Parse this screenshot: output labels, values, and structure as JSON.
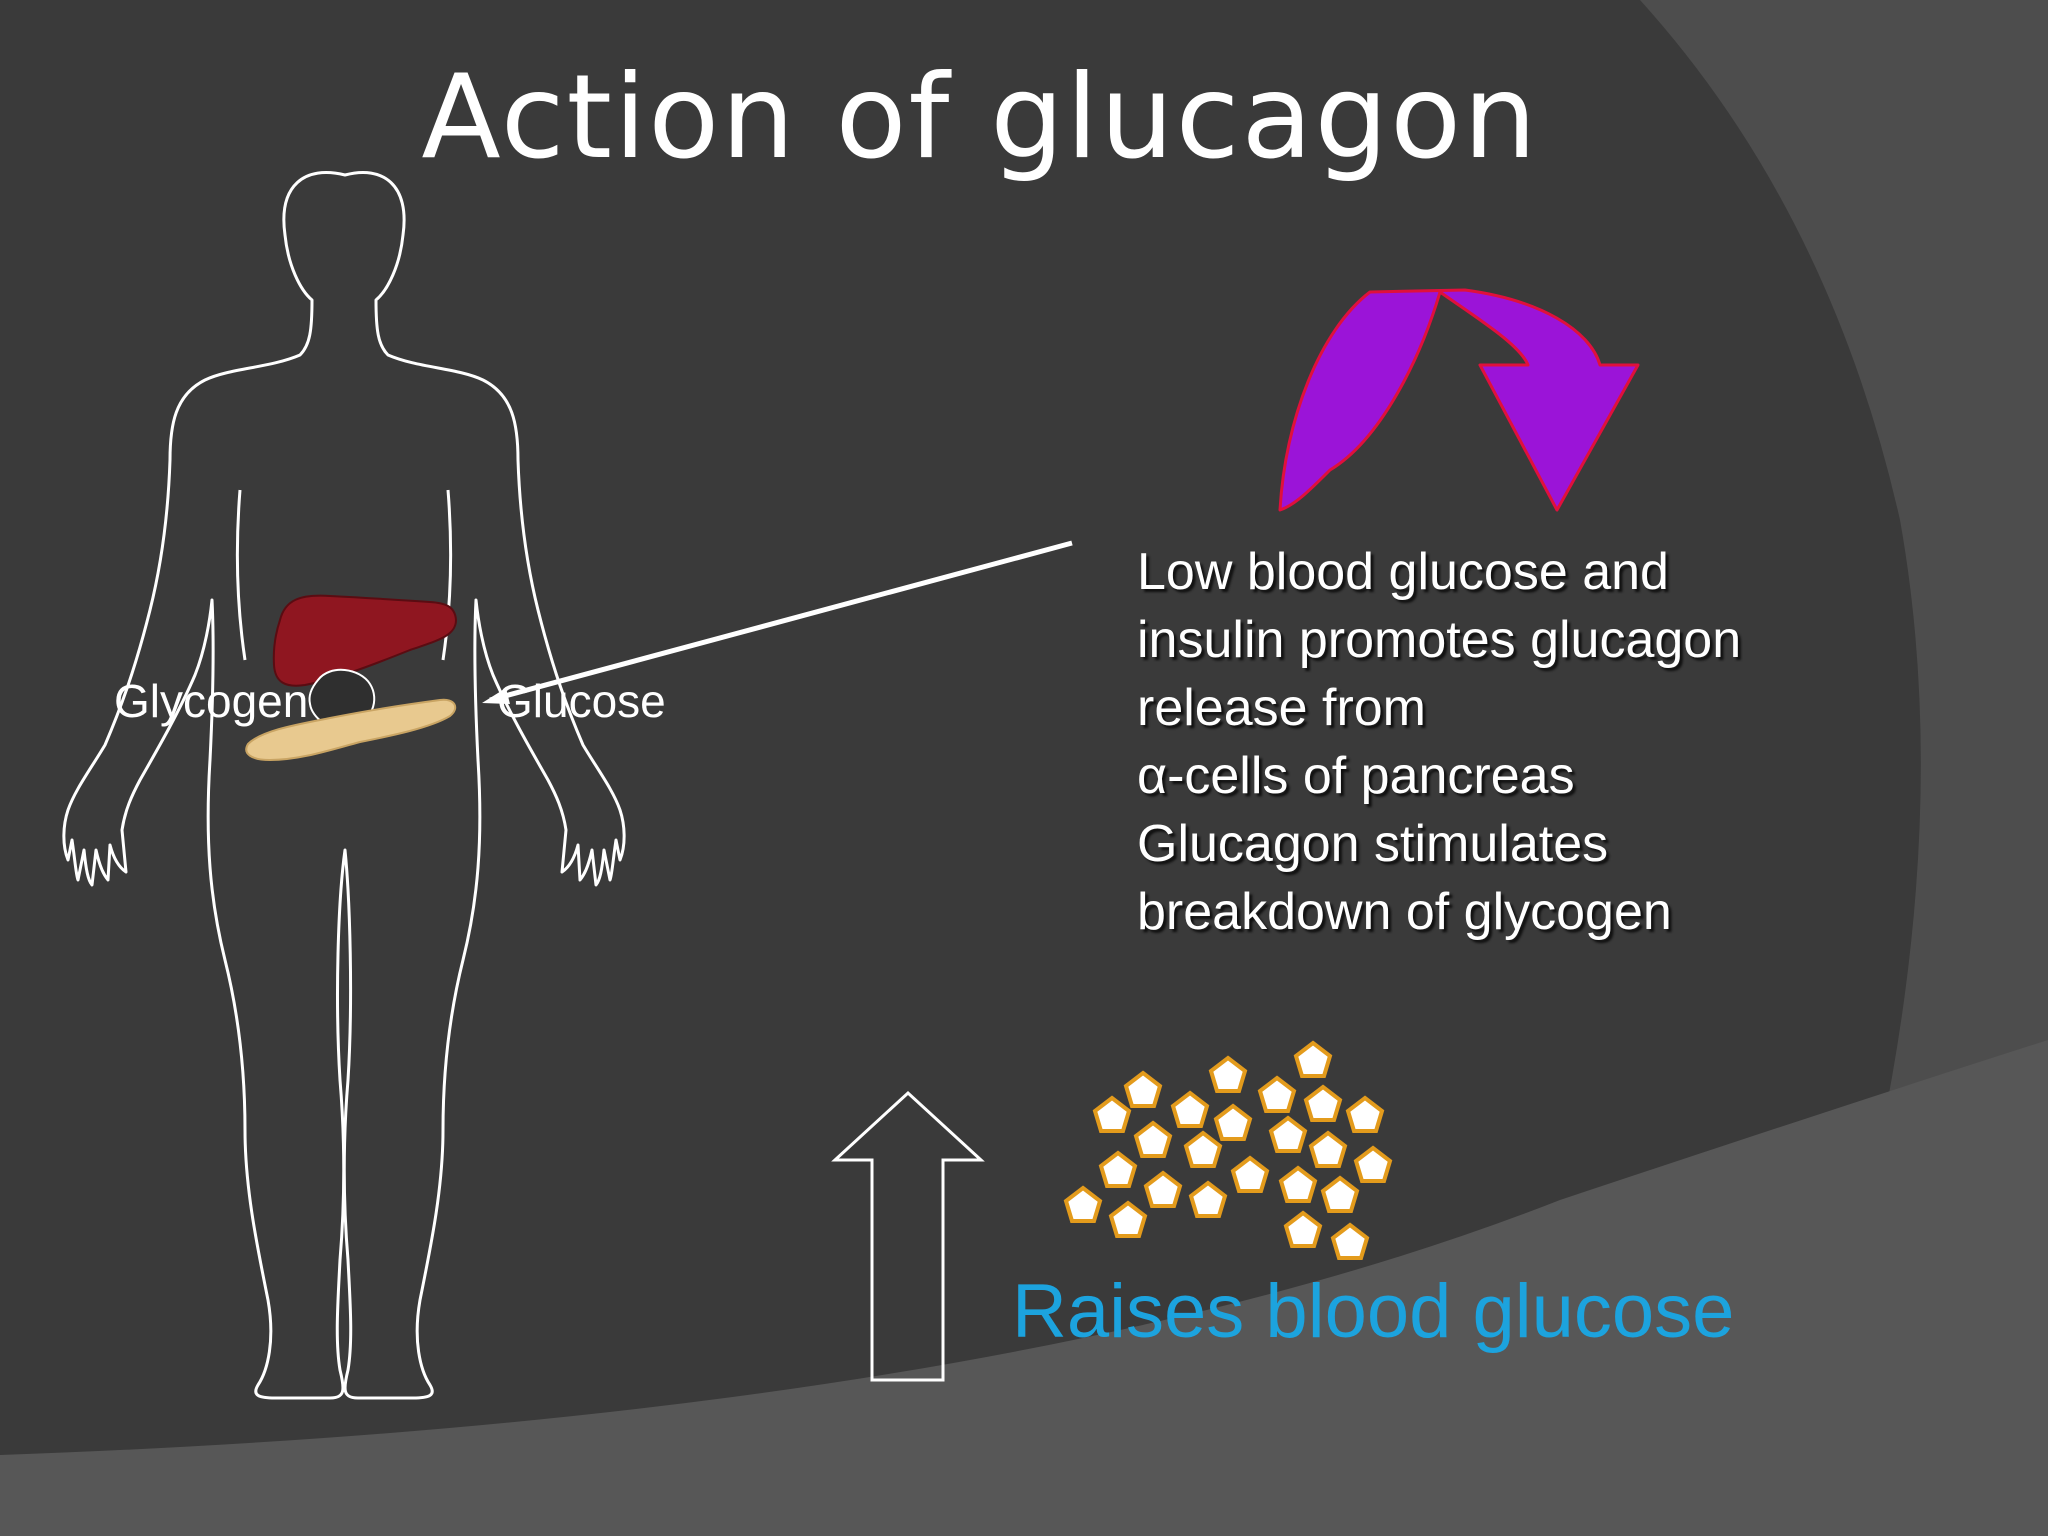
{
  "slide": {
    "title": "Action of glucagon",
    "body_lines": [
      "Low blood glucose and",
      "insulin promotes glucagon",
      "release from",
      "α-cells of pancreas",
      "Glucagon stimulates",
      "breakdown of glycogen"
    ],
    "label_glycogen": "Glycogen",
    "label_glucose": "Glucose",
    "raises_text": "Raises blood glucose",
    "colors": {
      "background": "#3a3a3a",
      "swoosh": "#575757",
      "title": "#ffffff",
      "raises_text": "#1ca3de",
      "curved_arrow": "#9b14d8",
      "curved_arrow_outline": "#e0103c",
      "liver": "#8f1620",
      "pancreas": "#e8c98f",
      "glucose_molecule": "#ffffff",
      "glucose_outline": "#e39b1c"
    },
    "icons": [
      "human-body-outline",
      "liver-icon",
      "pancreas-icon",
      "curved-down-arrow-icon",
      "up-arrow-icon",
      "glucose-molecule-icon"
    ]
  }
}
